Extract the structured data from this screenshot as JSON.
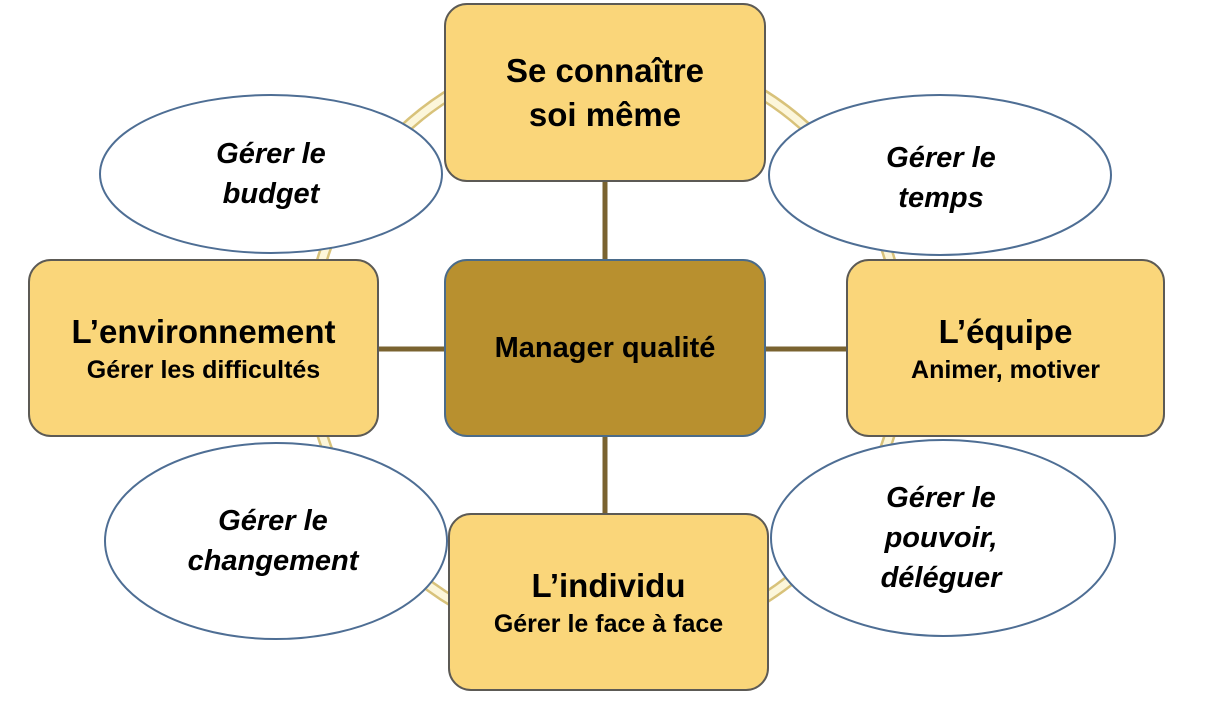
{
  "colors": {
    "box_fill": "#FAD67A",
    "box_border": "#5C5A55",
    "center_fill": "#B8902F",
    "center_border": "#4A6B8A",
    "connector": "#7A6330",
    "ring_outer": "#D8C27A",
    "ring_inner": "#FCF6DA",
    "bubble_border": "#4E6E94",
    "bubble_fill": "#FFFFFF"
  },
  "center": {
    "label": "Manager qualité"
  },
  "nodes": {
    "top": {
      "line1": "Se connaître",
      "line2": "soi même"
    },
    "left": {
      "title": "L’environnement",
      "subtitle": "Gérer les difficultés"
    },
    "right": {
      "title": "L’équipe",
      "subtitle": "Animer, motiver"
    },
    "bottom": {
      "title": "L’individu",
      "subtitle": "Gérer le face à face"
    }
  },
  "bubbles": {
    "top_left": {
      "line1": "Gérer le",
      "line2": "budget"
    },
    "top_right": {
      "line1": "Gérer le",
      "line2": "temps"
    },
    "bottom_left": {
      "line1": "Gérer le",
      "line2": "changement"
    },
    "bottom_right": {
      "line1": "Gérer le",
      "line2": "pouvoir,",
      "line3": "déléguer"
    }
  }
}
